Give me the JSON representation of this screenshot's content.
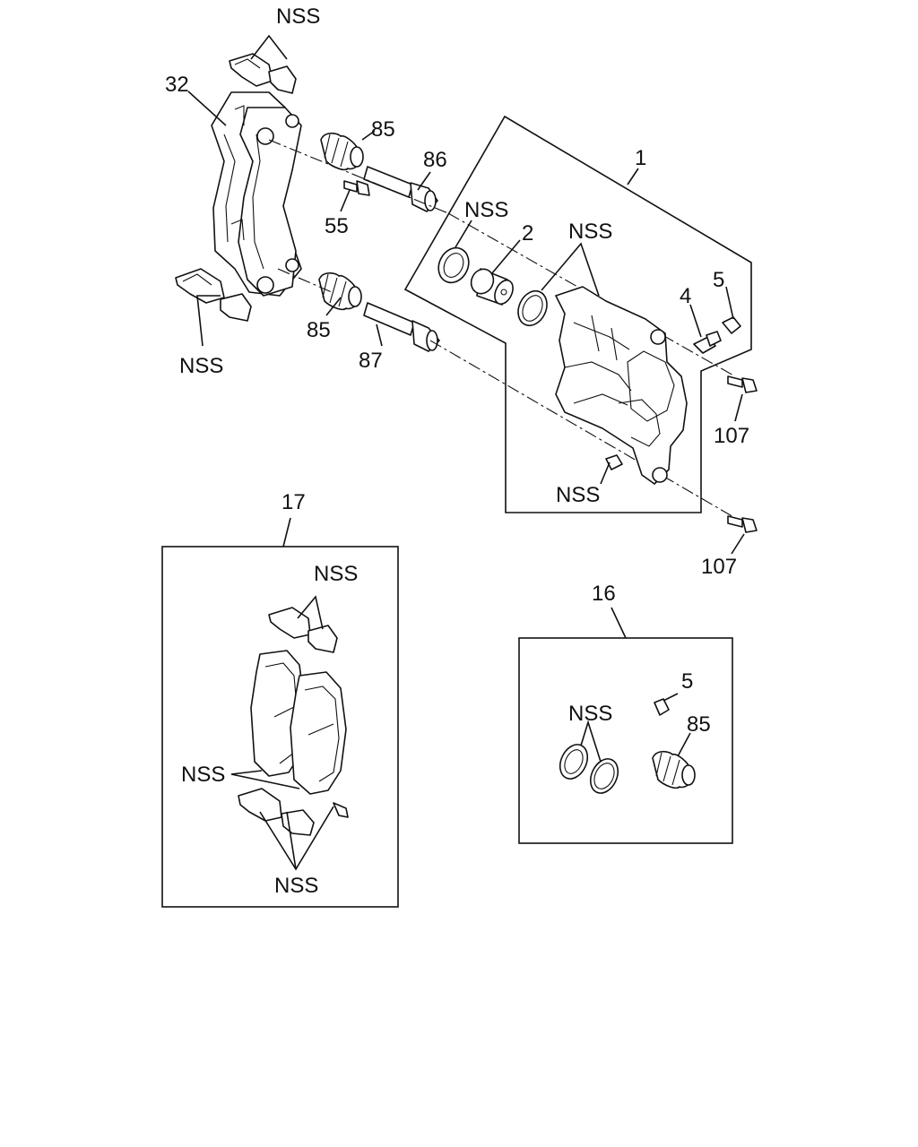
{
  "callouts": {
    "nss_top": "NSS",
    "p32": "32",
    "p85_upper": "85",
    "p86": "86",
    "p1": "1",
    "nss_seal": "NSS",
    "p2": "2",
    "nss_ring": "NSS",
    "p55": "55",
    "p4": "4",
    "p5": "5",
    "p85_lower": "85",
    "p87": "87",
    "nss_left": "NSS",
    "p107_upper": "107",
    "nss_screw": "NSS",
    "p17": "17",
    "p107_lower": "107",
    "kit17_nss_clips": "NSS",
    "kit17_nss_pads": "NSS",
    "kit17_nss_shims": "NSS",
    "p16": "16",
    "kit16_p5": "5",
    "kit16_nss": "NSS",
    "kit16_p85": "85"
  }
}
